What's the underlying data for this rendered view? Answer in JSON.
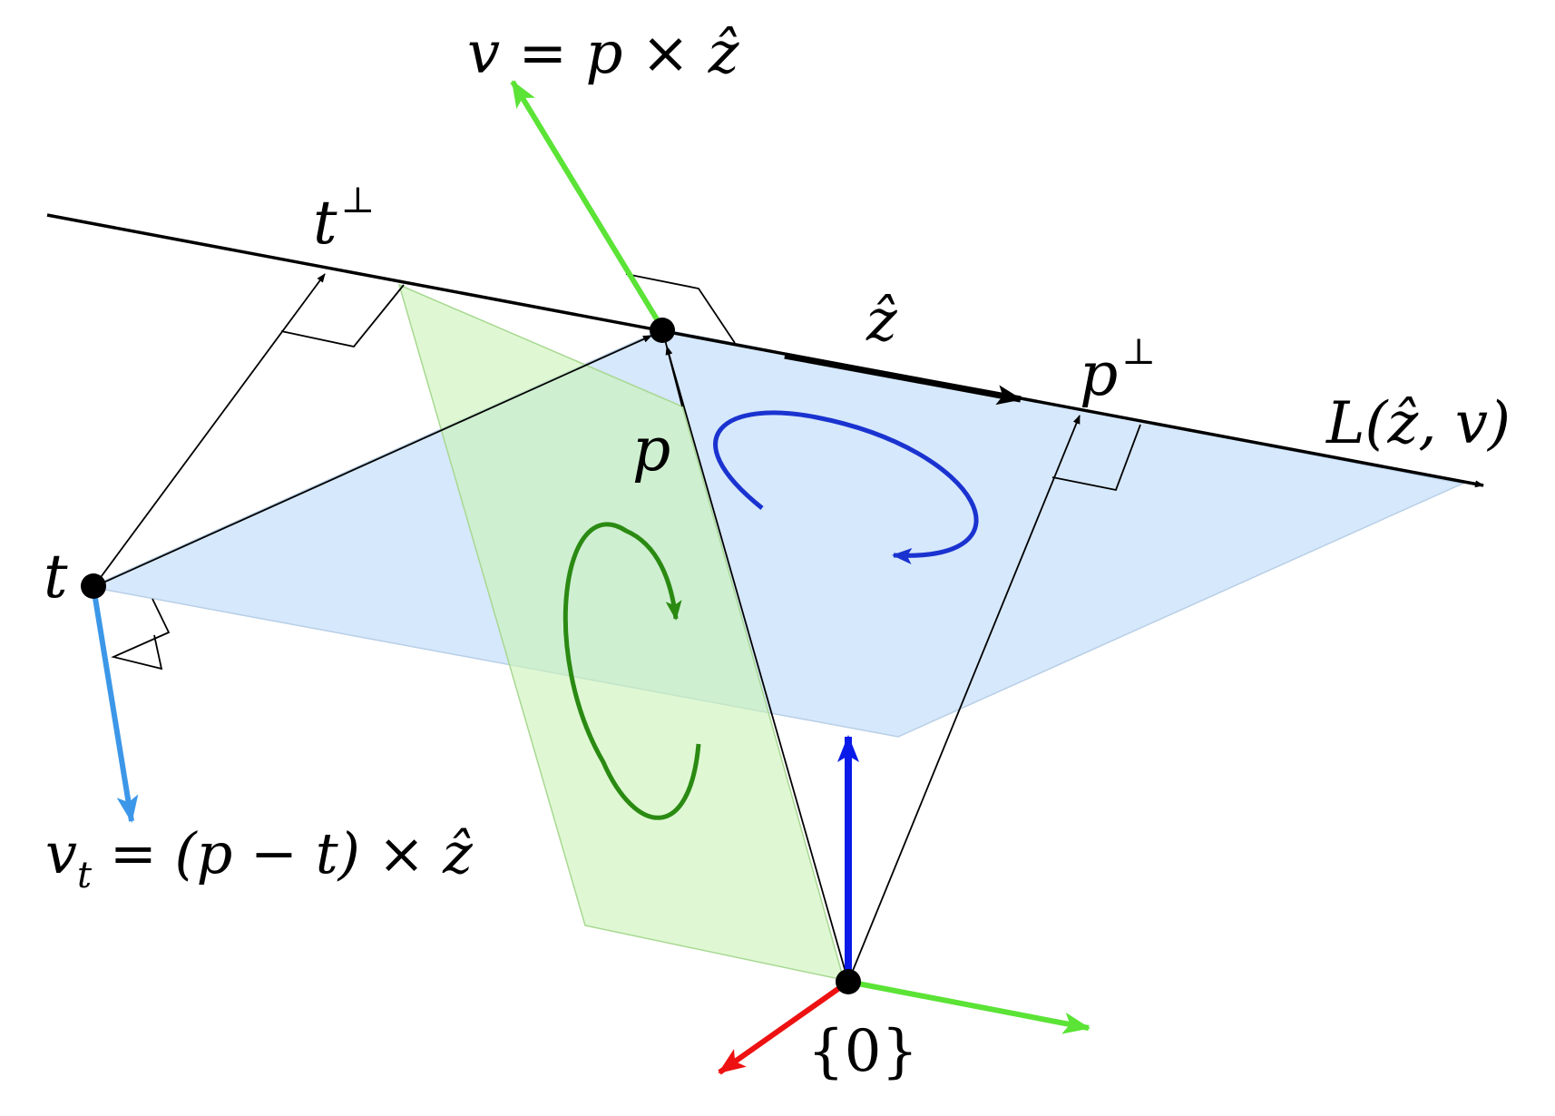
{
  "labels": {
    "v_eq": "v = p × ẑ",
    "t_perp_base": "t",
    "perp_sym": "⊥",
    "z_hat": "ẑ",
    "p_perp_base": "p",
    "line_L": "L(ẑ, v)",
    "p": "p",
    "t": "t",
    "vt_base": "v",
    "vt_sub": "t",
    "vt_eq": " = (p − t) × ẑ",
    "origin": "{0}"
  },
  "colors": {
    "blue_plane": "#cfe4fa",
    "green_plane": "#d6f7c8",
    "bright_green": "#5be336",
    "light_blue": "#3c97e8",
    "dark_blue": "#0a1ae8",
    "dark_green": "#2a8a12",
    "red": "#ee1111",
    "rotation_blue": "#1a33d0",
    "black": "#000000"
  }
}
